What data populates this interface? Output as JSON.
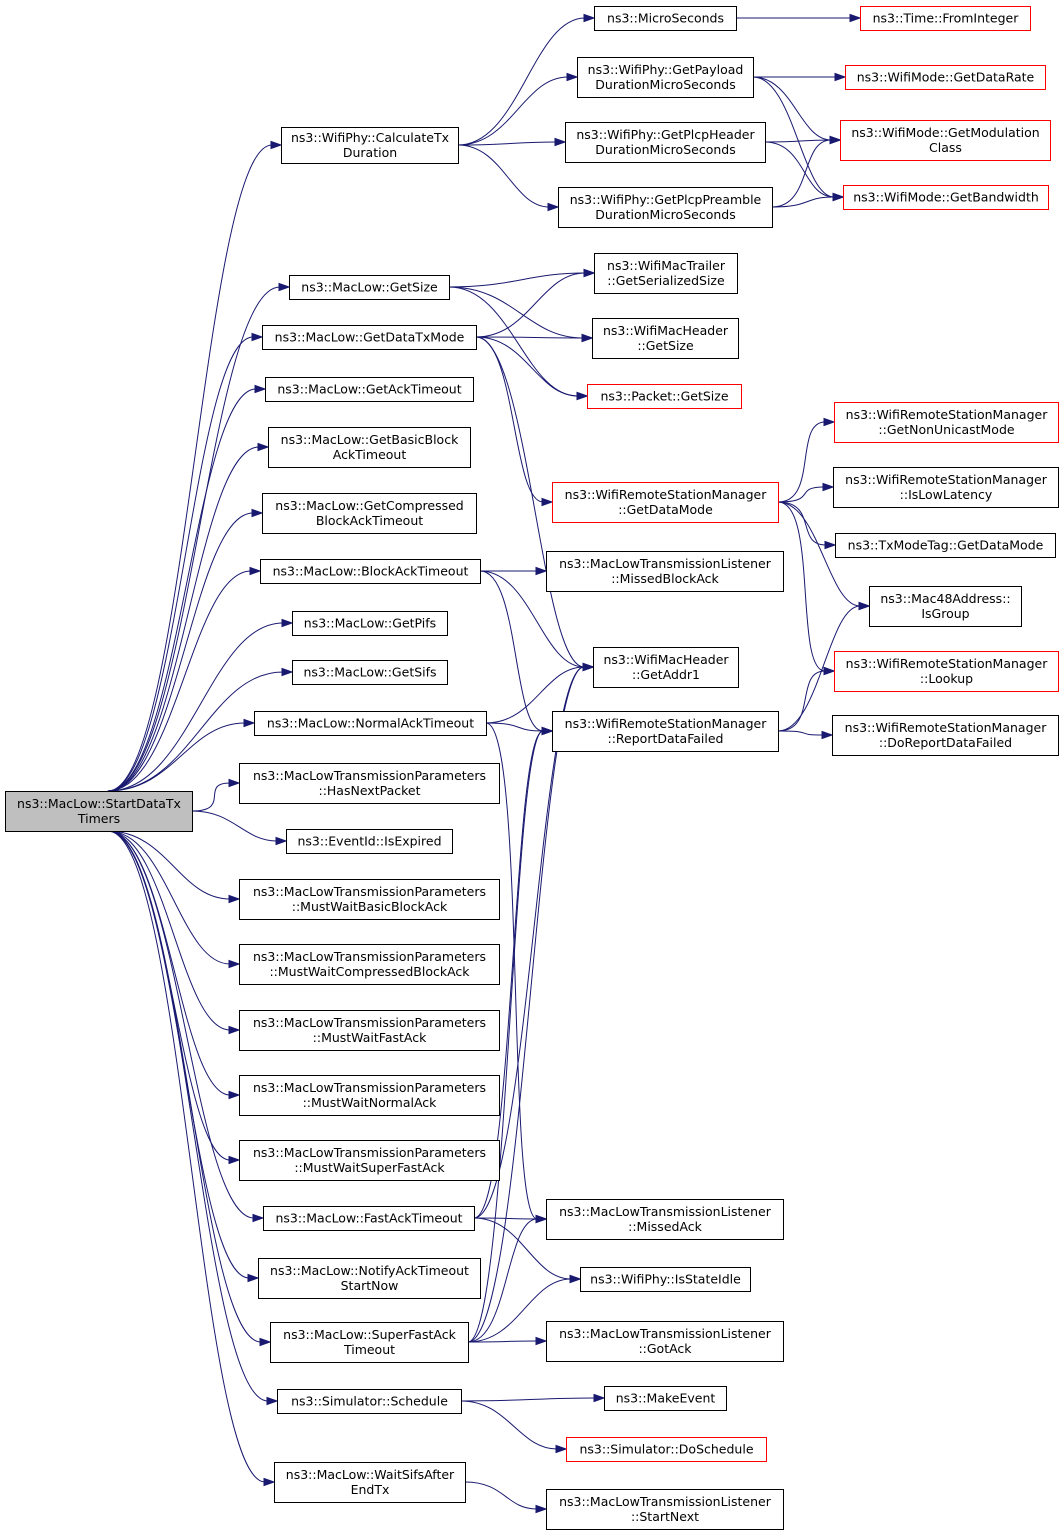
{
  "colors": {
    "edge": "#191970",
    "border_normal": "#000000",
    "border_truncated": "#ff0000",
    "fill_root": "#bfbfbf",
    "fill_normal": "#ffffff"
  },
  "nodes": [
    {
      "id": "root",
      "lines": [
        "ns3::MacLow::StartDataTx",
        "Timers"
      ],
      "style": "root"
    },
    {
      "id": "calc",
      "lines": [
        "ns3::WifiPhy::CalculateTx",
        "Duration"
      ],
      "style": "normal"
    },
    {
      "id": "getsize",
      "lines": [
        "ns3::MacLow::GetSize"
      ],
      "style": "normal"
    },
    {
      "id": "getdatatxmode",
      "lines": [
        "ns3::MacLow::GetDataTxMode"
      ],
      "style": "normal"
    },
    {
      "id": "getacktimeout",
      "lines": [
        "ns3::MacLow::GetAckTimeout"
      ],
      "style": "normal"
    },
    {
      "id": "getbasicblock",
      "lines": [
        "ns3::MacLow::GetBasicBlock",
        "AckTimeout"
      ],
      "style": "normal"
    },
    {
      "id": "getcompressed",
      "lines": [
        "ns3::MacLow::GetCompressed",
        "BlockAckTimeout"
      ],
      "style": "normal"
    },
    {
      "id": "blockacktimeout",
      "lines": [
        "ns3::MacLow::BlockAckTimeout"
      ],
      "style": "normal"
    },
    {
      "id": "getpifs",
      "lines": [
        "ns3::MacLow::GetPifs"
      ],
      "style": "normal"
    },
    {
      "id": "getsifs",
      "lines": [
        "ns3::MacLow::GetSifs"
      ],
      "style": "normal"
    },
    {
      "id": "normalacktimeout",
      "lines": [
        "ns3::MacLow::NormalAckTimeout"
      ],
      "style": "normal"
    },
    {
      "id": "hasnextpacket",
      "lines": [
        "ns3::MacLowTransmissionParameters",
        "::HasNextPacket"
      ],
      "style": "normal"
    },
    {
      "id": "isexpired",
      "lines": [
        "ns3::EventId::IsExpired"
      ],
      "style": "normal"
    },
    {
      "id": "mustwaitbasic",
      "lines": [
        "ns3::MacLowTransmissionParameters",
        "::MustWaitBasicBlockAck"
      ],
      "style": "normal"
    },
    {
      "id": "mustwaitcompressed",
      "lines": [
        "ns3::MacLowTransmissionParameters",
        "::MustWaitCompressedBlockAck"
      ],
      "style": "normal"
    },
    {
      "id": "mustwaitfast",
      "lines": [
        "ns3::MacLowTransmissionParameters",
        "::MustWaitFastAck"
      ],
      "style": "normal"
    },
    {
      "id": "mustwaitnormal",
      "lines": [
        "ns3::MacLowTransmissionParameters",
        "::MustWaitNormalAck"
      ],
      "style": "normal"
    },
    {
      "id": "mustwaitsuperfast",
      "lines": [
        "ns3::MacLowTransmissionParameters",
        "::MustWaitSuperFastAck"
      ],
      "style": "normal"
    },
    {
      "id": "fastacktimeout",
      "lines": [
        "ns3::MacLow::FastAckTimeout"
      ],
      "style": "normal"
    },
    {
      "id": "notifyack",
      "lines": [
        "ns3::MacLow::NotifyAckTimeout",
        "StartNow"
      ],
      "style": "normal"
    },
    {
      "id": "superfast",
      "lines": [
        "ns3::MacLow::SuperFastAck",
        "Timeout"
      ],
      "style": "normal"
    },
    {
      "id": "schedule",
      "lines": [
        "ns3::Simulator::Schedule"
      ],
      "style": "normal"
    },
    {
      "id": "waitsifs",
      "lines": [
        "ns3::MacLow::WaitSifsAfter",
        "EndTx"
      ],
      "style": "normal"
    },
    {
      "id": "microseconds",
      "lines": [
        "ns3::MicroSeconds"
      ],
      "style": "normal"
    },
    {
      "id": "payload",
      "lines": [
        "ns3::WifiPhy::GetPayload",
        "DurationMicroSeconds"
      ],
      "style": "normal"
    },
    {
      "id": "plcpheader",
      "lines": [
        "ns3::WifiPhy::GetPlcpHeader",
        "DurationMicroSeconds"
      ],
      "style": "normal"
    },
    {
      "id": "plcppreamble",
      "lines": [
        "ns3::WifiPhy::GetPlcpPreamble",
        "DurationMicroSeconds"
      ],
      "style": "normal"
    },
    {
      "id": "trailersize",
      "lines": [
        "ns3::WifiMacTrailer",
        "::GetSerializedSize"
      ],
      "style": "normal"
    },
    {
      "id": "headersize",
      "lines": [
        "ns3::WifiMacHeader",
        "::GetSize"
      ],
      "style": "normal"
    },
    {
      "id": "packetsize",
      "lines": [
        "ns3::Packet::GetSize"
      ],
      "style": "truncated"
    },
    {
      "id": "rsmgetdatamode",
      "lines": [
        "ns3::WifiRemoteStationManager",
        "::GetDataMode"
      ],
      "style": "truncated"
    },
    {
      "id": "missedblockack",
      "lines": [
        "ns3::MacLowTransmissionListener",
        "::MissedBlockAck"
      ],
      "style": "normal"
    },
    {
      "id": "getaddr1",
      "lines": [
        "ns3::WifiMacHeader",
        "::GetAddr1"
      ],
      "style": "normal"
    },
    {
      "id": "reportdatafailed",
      "lines": [
        "ns3::WifiRemoteStationManager",
        "::ReportDataFailed"
      ],
      "style": "normal"
    },
    {
      "id": "missedack",
      "lines": [
        "ns3::MacLowTransmissionListener",
        "::MissedAck"
      ],
      "style": "normal"
    },
    {
      "id": "isstateidle",
      "lines": [
        "ns3::WifiPhy::IsStateIdle"
      ],
      "style": "normal"
    },
    {
      "id": "gotack",
      "lines": [
        "ns3::MacLowTransmissionListener",
        "::GotAck"
      ],
      "style": "normal"
    },
    {
      "id": "makeevent",
      "lines": [
        "ns3::MakeEvent"
      ],
      "style": "normal"
    },
    {
      "id": "doschedule",
      "lines": [
        "ns3::Simulator::DoSchedule"
      ],
      "style": "truncated"
    },
    {
      "id": "startnext",
      "lines": [
        "ns3::MacLowTransmissionListener",
        "::StartNext"
      ],
      "style": "normal"
    },
    {
      "id": "frominteger",
      "lines": [
        "ns3::Time::FromInteger"
      ],
      "style": "truncated"
    },
    {
      "id": "getdatarate",
      "lines": [
        "ns3::WifiMode::GetDataRate"
      ],
      "style": "truncated"
    },
    {
      "id": "modclass",
      "lines": [
        "ns3::WifiMode::GetModulation",
        "Class"
      ],
      "style": "truncated"
    },
    {
      "id": "bandwidth",
      "lines": [
        "ns3::WifiMode::GetBandwidth"
      ],
      "style": "truncated"
    },
    {
      "id": "nonunicast",
      "lines": [
        "ns3::WifiRemoteStationManager",
        "::GetNonUnicastMode"
      ],
      "style": "truncated"
    },
    {
      "id": "islowlatency",
      "lines": [
        "ns3::WifiRemoteStationManager",
        "::IsLowLatency"
      ],
      "style": "normal"
    },
    {
      "id": "txmodetag",
      "lines": [
        "ns3::TxModeTag::GetDataMode"
      ],
      "style": "normal"
    },
    {
      "id": "isgroup",
      "lines": [
        "ns3::Mac48Address::",
        "IsGroup"
      ],
      "style": "normal"
    },
    {
      "id": "lookup",
      "lines": [
        "ns3::WifiRemoteStationManager",
        "::Lookup"
      ],
      "style": "truncated"
    },
    {
      "id": "doreport",
      "lines": [
        "ns3::WifiRemoteStationManager",
        "::DoReportDataFailed"
      ],
      "style": "normal"
    }
  ],
  "edges": [
    [
      "root",
      "calc"
    ],
    [
      "root",
      "getsize"
    ],
    [
      "root",
      "getdatatxmode"
    ],
    [
      "root",
      "getacktimeout"
    ],
    [
      "root",
      "getbasicblock"
    ],
    [
      "root",
      "getcompressed"
    ],
    [
      "root",
      "blockacktimeout"
    ],
    [
      "root",
      "getpifs"
    ],
    [
      "root",
      "getsifs"
    ],
    [
      "root",
      "normalacktimeout"
    ],
    [
      "root",
      "hasnextpacket"
    ],
    [
      "root",
      "isexpired"
    ],
    [
      "root",
      "mustwaitbasic"
    ],
    [
      "root",
      "mustwaitcompressed"
    ],
    [
      "root",
      "mustwaitfast"
    ],
    [
      "root",
      "mustwaitnormal"
    ],
    [
      "root",
      "mustwaitsuperfast"
    ],
    [
      "root",
      "fastacktimeout"
    ],
    [
      "root",
      "notifyack"
    ],
    [
      "root",
      "superfast"
    ],
    [
      "root",
      "schedule"
    ],
    [
      "root",
      "waitsifs"
    ],
    [
      "calc",
      "microseconds"
    ],
    [
      "calc",
      "payload"
    ],
    [
      "calc",
      "plcpheader"
    ],
    [
      "calc",
      "plcppreamble"
    ],
    [
      "microseconds",
      "frominteger"
    ],
    [
      "payload",
      "getdatarate"
    ],
    [
      "payload",
      "modclass"
    ],
    [
      "payload",
      "bandwidth"
    ],
    [
      "plcpheader",
      "modclass"
    ],
    [
      "plcpheader",
      "bandwidth"
    ],
    [
      "plcppreamble",
      "modclass"
    ],
    [
      "plcppreamble",
      "bandwidth"
    ],
    [
      "getsize",
      "trailersize"
    ],
    [
      "getsize",
      "headersize"
    ],
    [
      "getsize",
      "packetsize"
    ],
    [
      "getdatatxmode",
      "trailersize"
    ],
    [
      "getdatatxmode",
      "headersize"
    ],
    [
      "getdatatxmode",
      "packetsize"
    ],
    [
      "getdatatxmode",
      "rsmgetdatamode"
    ],
    [
      "getdatatxmode",
      "getaddr1"
    ],
    [
      "rsmgetdatamode",
      "nonunicast"
    ],
    [
      "rsmgetdatamode",
      "islowlatency"
    ],
    [
      "rsmgetdatamode",
      "txmodetag"
    ],
    [
      "rsmgetdatamode",
      "isgroup"
    ],
    [
      "rsmgetdatamode",
      "lookup"
    ],
    [
      "blockacktimeout",
      "missedblockack"
    ],
    [
      "blockacktimeout",
      "getaddr1"
    ],
    [
      "blockacktimeout",
      "reportdatafailed"
    ],
    [
      "normalacktimeout",
      "getaddr1"
    ],
    [
      "normalacktimeout",
      "reportdatafailed"
    ],
    [
      "normalacktimeout",
      "missedack"
    ],
    [
      "reportdatafailed",
      "isgroup"
    ],
    [
      "reportdatafailed",
      "lookup"
    ],
    [
      "reportdatafailed",
      "doreport"
    ],
    [
      "fastacktimeout",
      "getaddr1"
    ],
    [
      "fastacktimeout",
      "reportdatafailed"
    ],
    [
      "fastacktimeout",
      "missedack"
    ],
    [
      "fastacktimeout",
      "isstateidle"
    ],
    [
      "superfast",
      "getaddr1"
    ],
    [
      "superfast",
      "reportdatafailed"
    ],
    [
      "superfast",
      "missedack"
    ],
    [
      "superfast",
      "isstateidle"
    ],
    [
      "superfast",
      "gotack"
    ],
    [
      "schedule",
      "makeevent"
    ],
    [
      "schedule",
      "doschedule"
    ],
    [
      "waitsifs",
      "startnext"
    ]
  ]
}
